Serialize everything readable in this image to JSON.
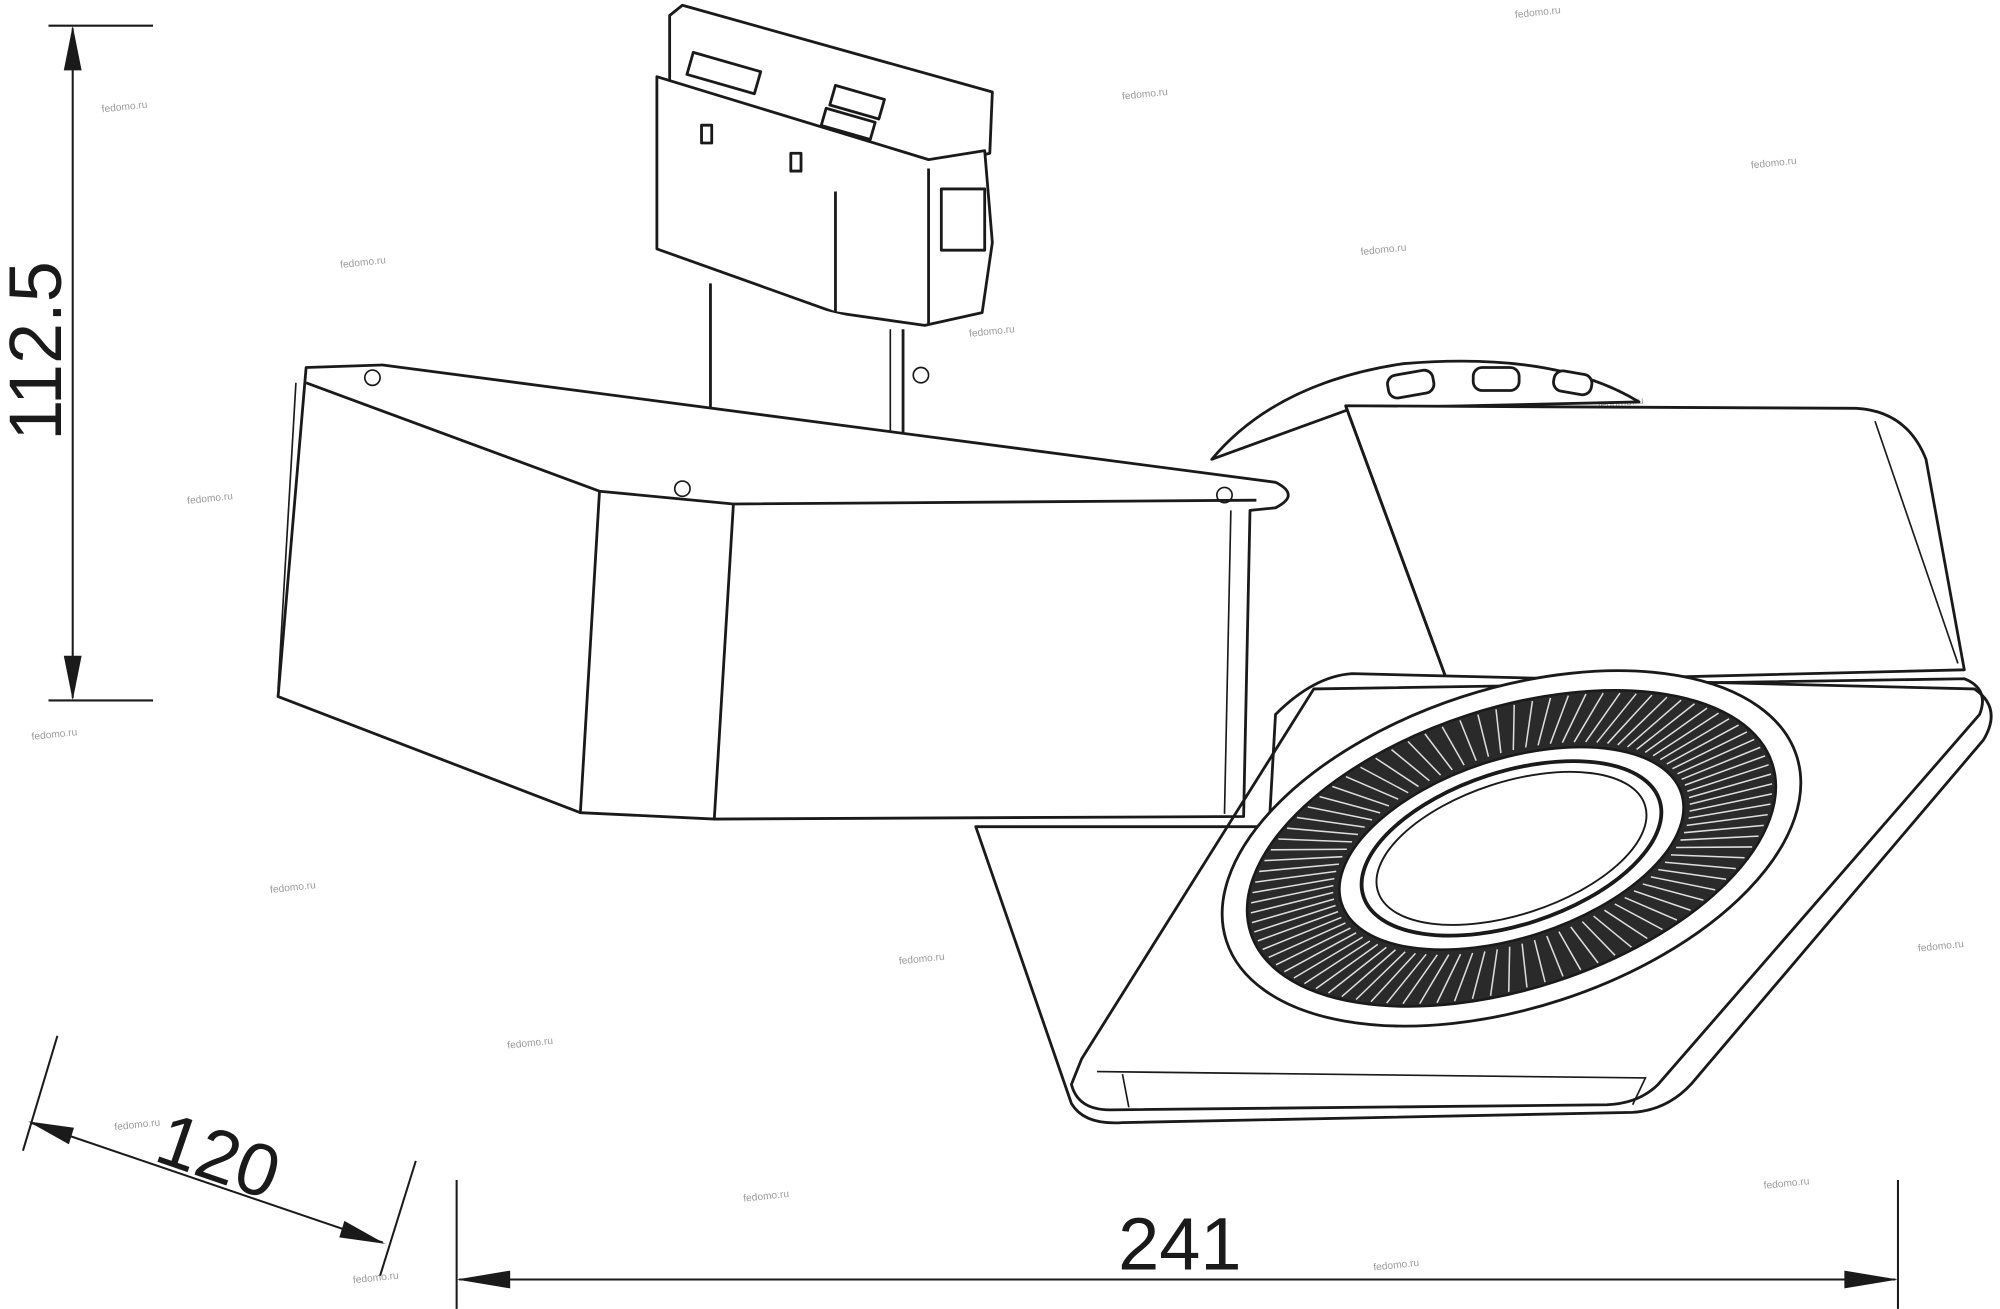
{
  "dimensions": {
    "height": "112.5",
    "depth": "120",
    "width": "241"
  },
  "watermark": "fedomo.ru"
}
